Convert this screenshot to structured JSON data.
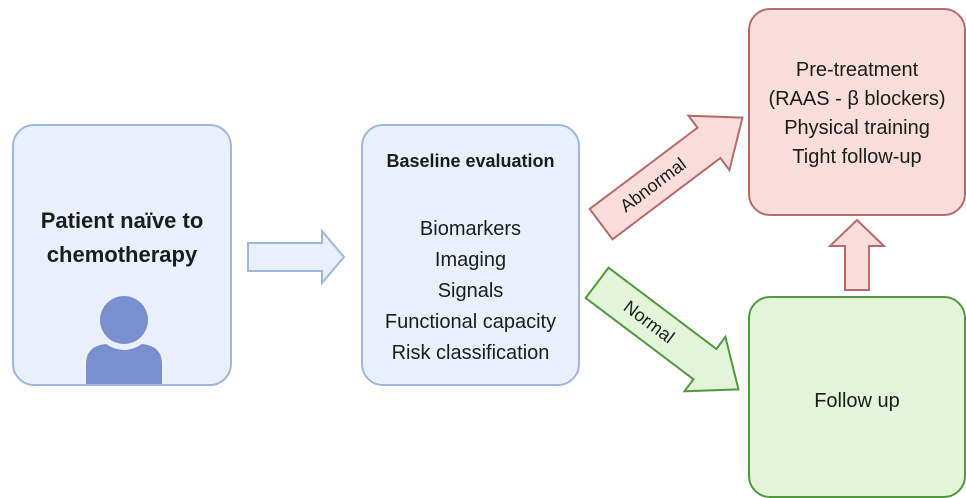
{
  "patient": {
    "title": "Patient naïve to\nchemotherapy",
    "icon": "person-icon"
  },
  "baseline": {
    "title": "Baseline evaluation",
    "items": [
      "Biomarkers",
      "Imaging",
      "Signals",
      "Functional capacity",
      "Risk classification"
    ]
  },
  "pretreatment": {
    "items": [
      "Pre-treatment",
      "(RAAS - β blockers)",
      "Physical training",
      "Tight follow-up"
    ]
  },
  "followup": {
    "label": "Follow up"
  },
  "arrows": {
    "abnormal_label": "Abnormal",
    "normal_label": "Normal"
  },
  "colors": {
    "blue_fill": "#e9f0fb",
    "blue_border": "#9fb6de",
    "red_fill": "#f9dcdc",
    "red_border": "#b86a6a",
    "green_fill": "#e3f4d8",
    "green_border": "#4f9a3c",
    "person": "#7a8fce"
  }
}
